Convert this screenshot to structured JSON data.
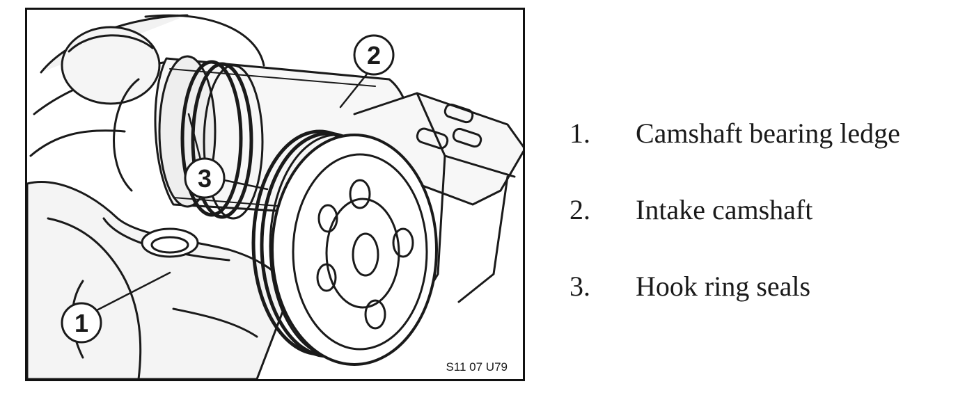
{
  "figure": {
    "code": "S11 07 U79",
    "callouts": [
      {
        "number": "1"
      },
      {
        "number": "2"
      },
      {
        "number": "3"
      }
    ]
  },
  "legend": [
    {
      "number": "1.",
      "label": "Camshaft bearing ledge"
    },
    {
      "number": "2.",
      "label": "Intake camshaft"
    },
    {
      "number": "3.",
      "label": "Hook ring seals"
    }
  ]
}
